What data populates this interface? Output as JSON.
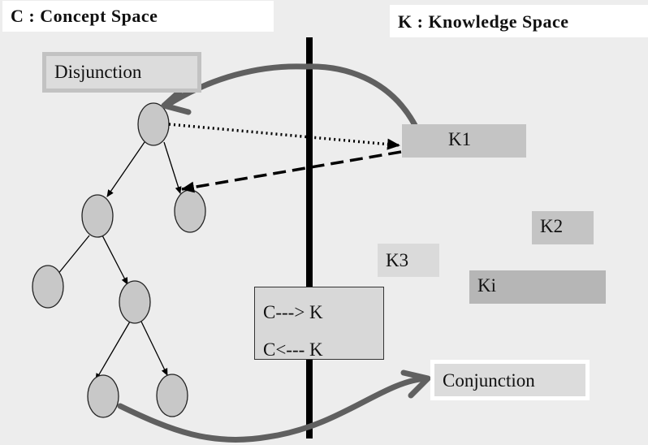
{
  "concept_space_title": "C : Concept Space",
  "knowledge_space_title": "K : Knowledge Space",
  "disjunction_label": "Disjunction",
  "conjunction_label": "Conjunction",
  "knowledge_boxes": {
    "k1": "K1",
    "k2": "K2",
    "k3": "K3",
    "ki": "Ki"
  },
  "mapping": {
    "forward": "C---> K",
    "backward": "C<--- K"
  },
  "colors": {
    "background": "#ededed",
    "node_fill": "#c8c8c8",
    "curve": "#606060",
    "divider": "#000000"
  }
}
